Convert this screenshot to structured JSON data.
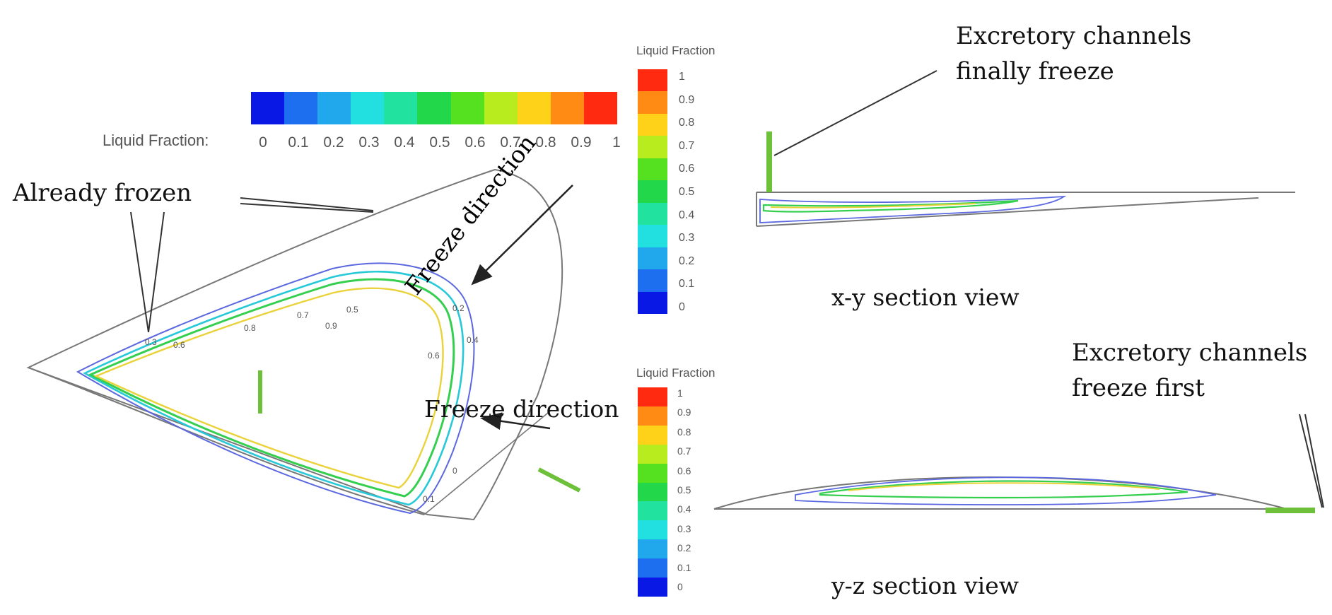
{
  "colorbar_colors": [
    "#0a18e6",
    "#1e6ff0",
    "#21a8ec",
    "#23e0e0",
    "#22e2a0",
    "#22d84a",
    "#55e020",
    "#b8ec1e",
    "#ffd21a",
    "#ff8a14",
    "#ff2a10"
  ],
  "horizontal_legend": {
    "label": "Liquid Fraction:",
    "ticks": [
      "0",
      "0.1",
      "0.2",
      "0.3",
      "0.4",
      "0.5",
      "0.6",
      "0.7",
      "0.8",
      "0.9",
      "1"
    ]
  },
  "colorbar_top": {
    "title": "Liquid Fraction",
    "ticks": [
      "1",
      "0.9",
      "0.8",
      "0.7",
      "0.6",
      "0.5",
      "0.4",
      "0.3",
      "0.2",
      "0.1",
      "0"
    ]
  },
  "colorbar_bottom": {
    "title": "Liquid Fraction",
    "ticks": [
      "1",
      "0.9",
      "0.8",
      "0.7",
      "0.6",
      "0.5",
      "0.4",
      "0.3",
      "0.2",
      "0.1",
      "0"
    ]
  },
  "annotations": {
    "already_frozen": "Already  frozen",
    "freeze_direction_diag": "Freeze direction",
    "freeze_direction_horiz": "Freeze direction",
    "finally_freeze_line1": "Excretory channels",
    "finally_freeze_line2": "finally  freeze",
    "xy_view": "x-y  section view",
    "freeze_first_line1": "Excretory channels",
    "freeze_first_line2": "freeze first",
    "yz_view": "y-z  section view"
  },
  "contour_labels": [
    "0.3",
    "0.6",
    "0.8",
    "0.7",
    "0.9",
    "0.5",
    "0.4",
    "0.2",
    "0.6",
    "0.1",
    "0"
  ],
  "accent_green": "#6dc03a",
  "outline_color": "#777777",
  "arrow_color": "#222222"
}
